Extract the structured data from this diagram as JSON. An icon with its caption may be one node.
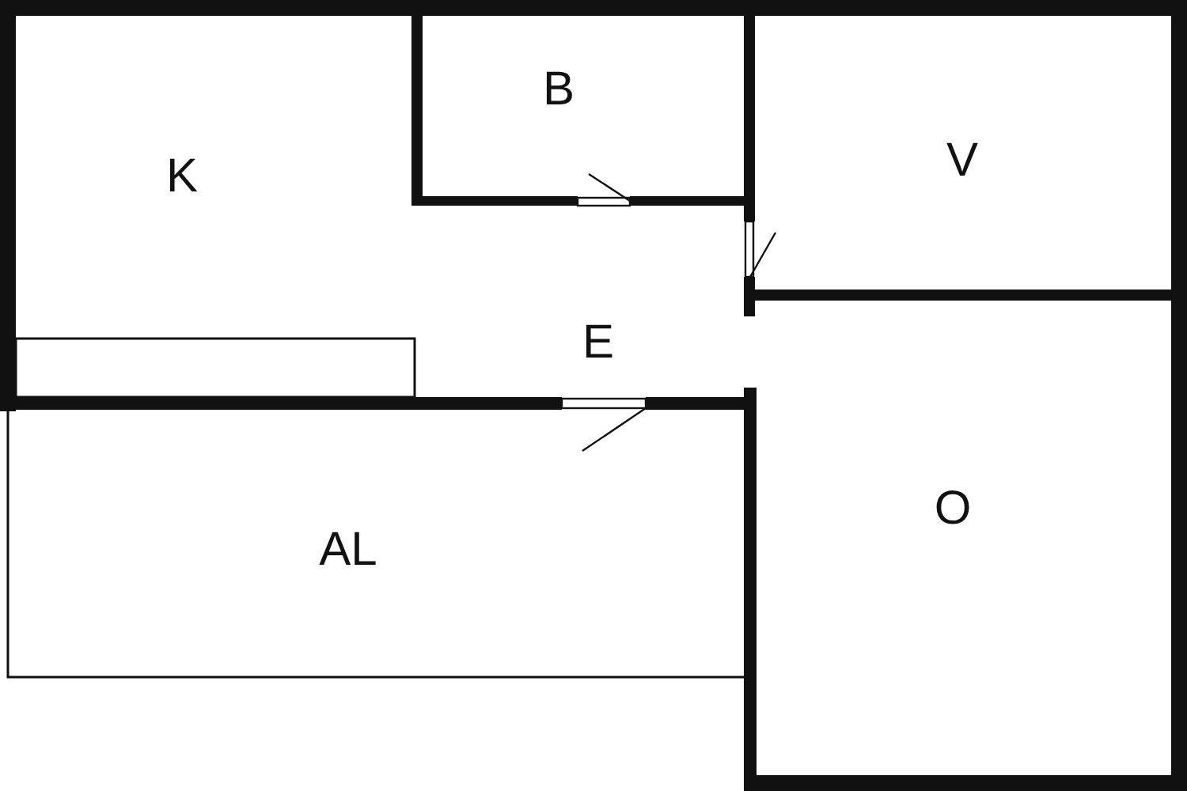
{
  "diagram": {
    "nodes": [
      {
        "text": [
          "K"
        ]
      },
      {
        "text": [
          "B"
        ]
      },
      {
        "text": [
          "V"
        ]
      },
      {
        "text": [
          "E"
        ]
      },
      {
        "text": [
          "AL"
        ]
      },
      {
        "text": [
          "O"
        ]
      }
    ]
  }
}
